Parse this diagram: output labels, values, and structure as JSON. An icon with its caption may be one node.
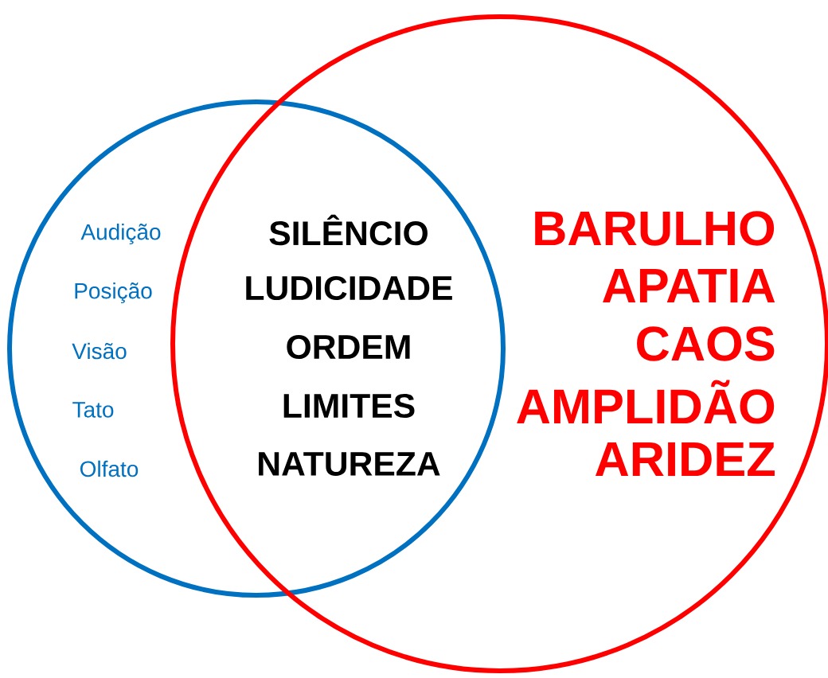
{
  "diagram": {
    "nodes": [
      {
        "text": [
          "Audição",
          "Posição",
          "Visão",
          "Tato",
          "Olfato"
        ]
      },
      {
        "text": [
          "BARULHO",
          "APATIA",
          "CAOS",
          "AMPLIDÃO",
          "ARIDEZ"
        ]
      }
    ],
    "labels": [
      "SILÊNCIO",
      "LUDICIDADE",
      "ORDEM",
      "LIMITES",
      "NATUREZA"
    ]
  }
}
